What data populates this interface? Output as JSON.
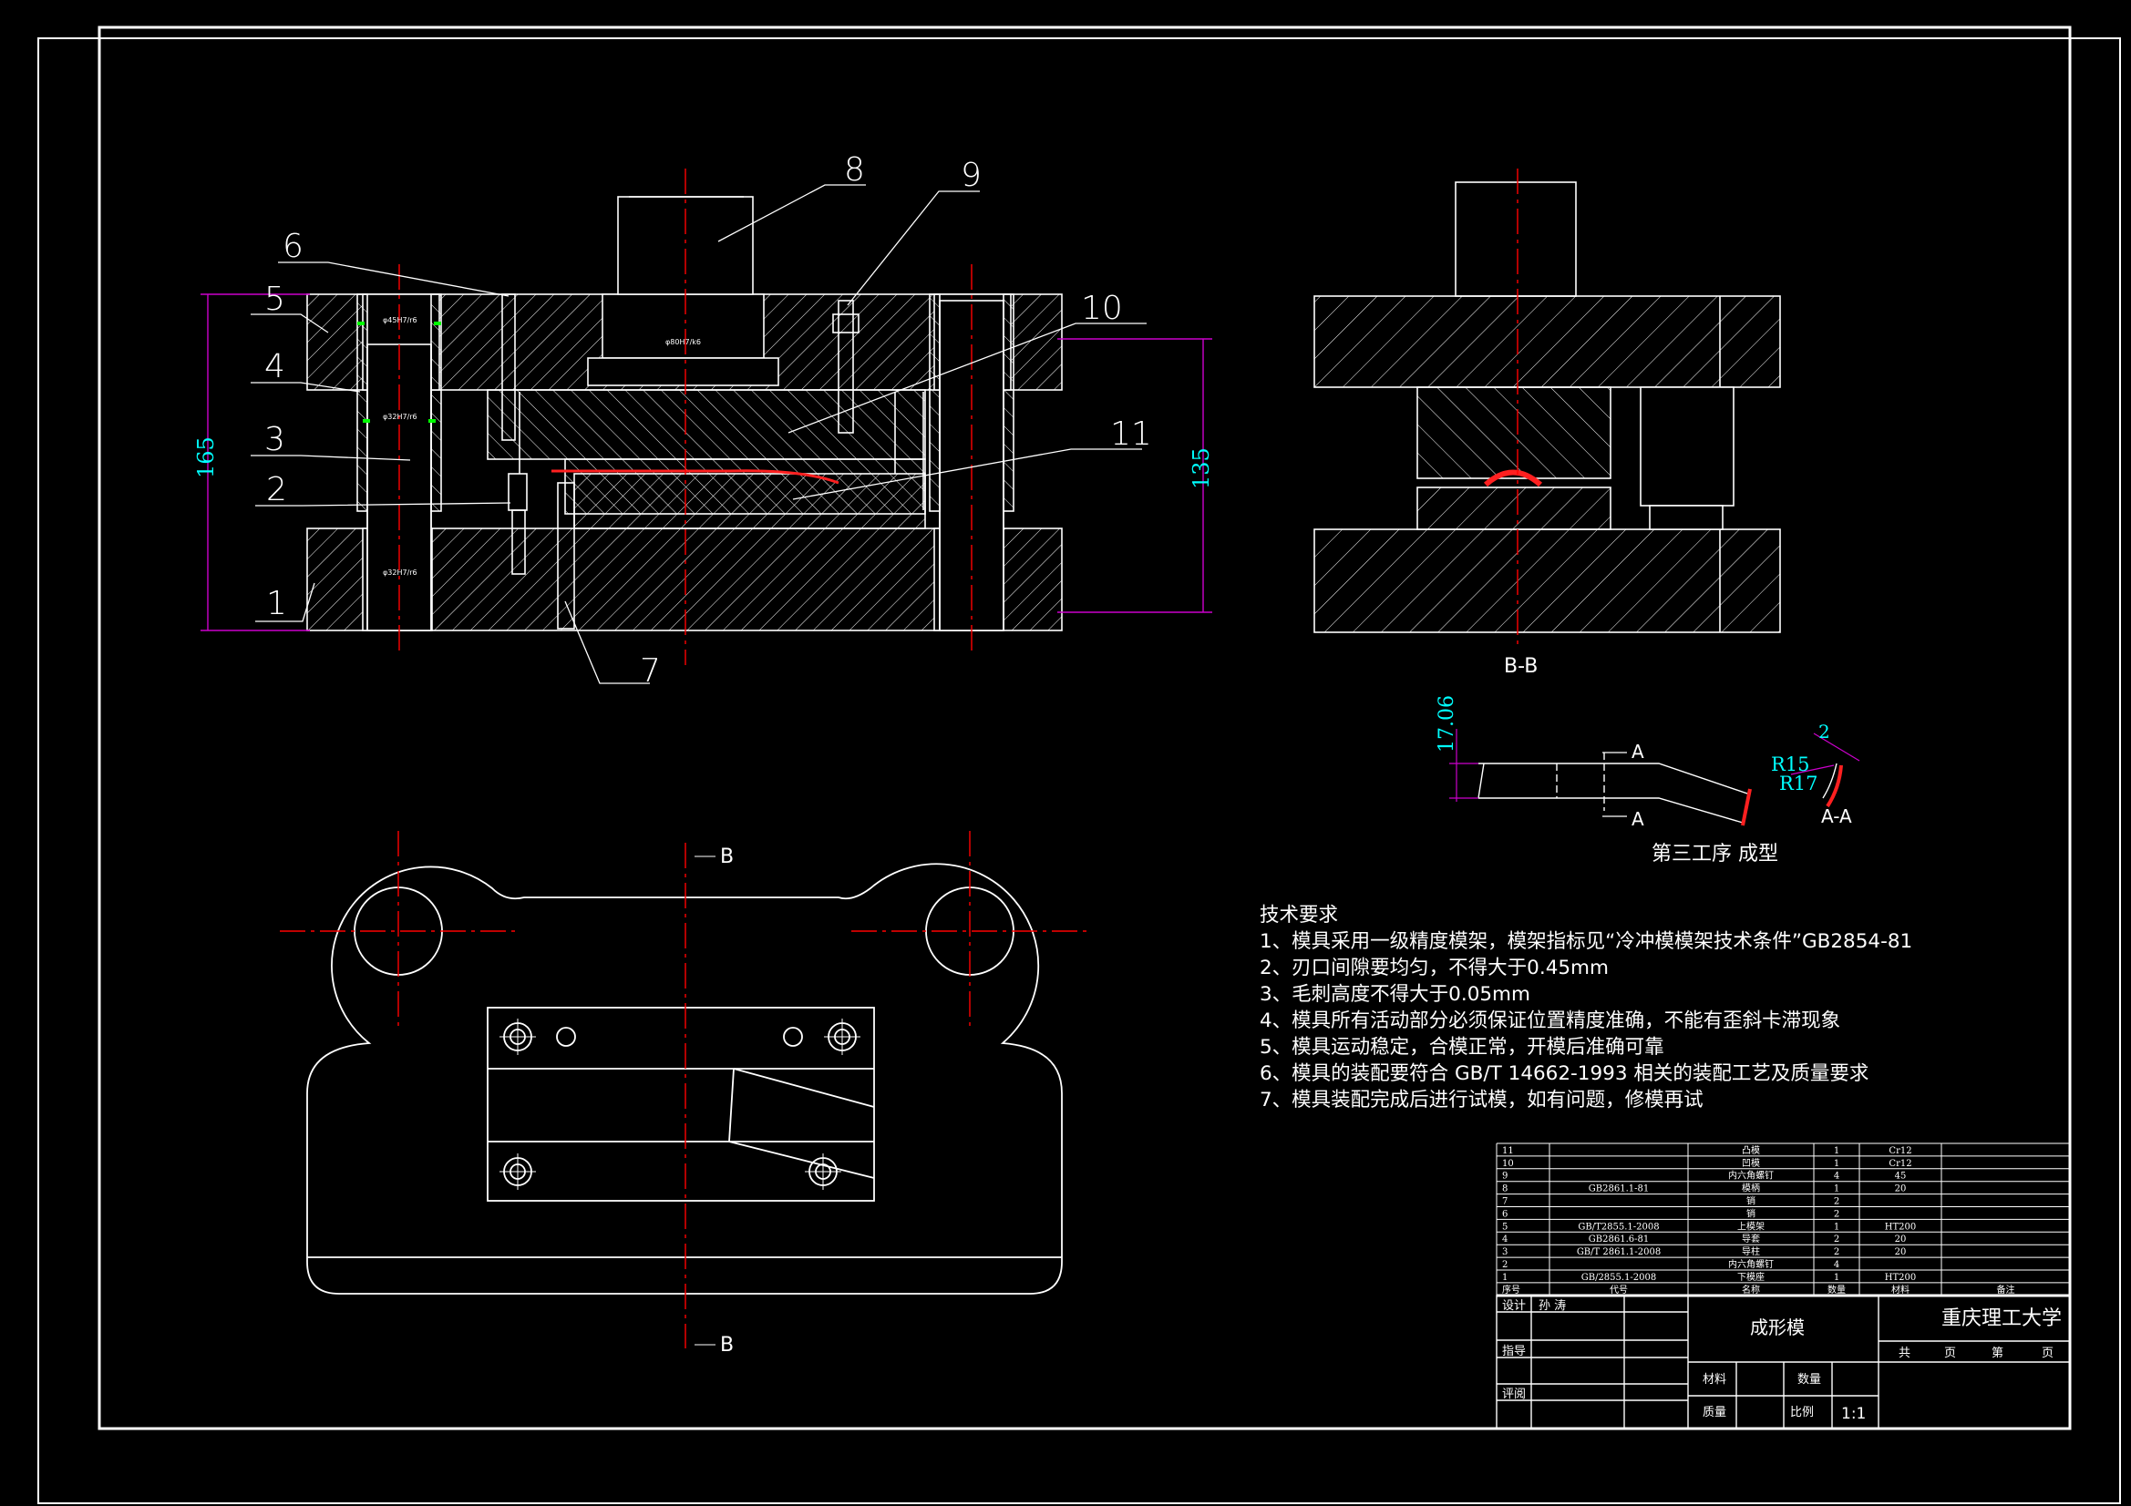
{
  "views": {
    "section_label": "B-B",
    "cut_labels": [
      "B",
      "B"
    ],
    "process_caption": "第三工序  成型",
    "aa_label": "A-A",
    "a_marks": [
      "A",
      "A"
    ]
  },
  "dimensions": {
    "height_165": "165",
    "height_135": "135",
    "dim_1706": "17.06",
    "r15": "R15",
    "r17": "R17",
    "thk": "2",
    "fit1": "φ45H7/r6",
    "fit2": "φ32H7/r6",
    "fit3": "φ32H7/r6",
    "fit4": "φ80H7/k6"
  },
  "callouts": [
    "1",
    "2",
    "3",
    "4",
    "5",
    "6",
    "7",
    "8",
    "9",
    "10",
    "11"
  ],
  "tech_notes": {
    "title": "技术要求",
    "items": [
      "1、模具采用一级精度模架，模架指标见“冷冲模模架技术条件”GB2854-81",
      "2、刃口间隙要均匀，不得大于0.45mm",
      "3、毛刺高度不得大于0.05mm",
      "4、模具所有活动部分必须保证位置精度准确，不能有歪斜卡滞现象",
      "5、模具运动稳定，合模正常，开模后准确可靠",
      "6、模具的装配要符合 GB/T 14662-1993 相关的装配工艺及质量要求",
      "7、模具装配完成后进行试模，如有问题，修模再试"
    ]
  },
  "bom": {
    "rows": [
      [
        "11",
        "",
        "凸模",
        "1",
        "Cr12",
        ""
      ],
      [
        "10",
        "",
        "凹模",
        "1",
        "Cr12",
        ""
      ],
      [
        "9",
        "",
        "内六角螺钉",
        "4",
        "45",
        ""
      ],
      [
        "8",
        "GB2861.1-81",
        "模柄",
        "1",
        "20",
        ""
      ],
      [
        "7",
        "",
        "销",
        "2",
        "",
        ""
      ],
      [
        "6",
        "",
        "销",
        "2",
        "",
        ""
      ],
      [
        "5",
        "GB/T2855.1-2008",
        "上模架",
        "1",
        "HT200",
        ""
      ],
      [
        "4",
        "GB2861.6-81",
        "导套",
        "2",
        "20",
        ""
      ],
      [
        "3",
        "GB/T 2861.1-2008",
        "导柱",
        "2",
        "20",
        ""
      ],
      [
        "2",
        "",
        "内六角螺钉",
        "4",
        "",
        ""
      ],
      [
        "1",
        "GB/2855.1-2008",
        "下模座",
        "1",
        "HT200",
        ""
      ]
    ],
    "header": [
      "序号",
      "代号",
      "名称",
      "数量",
      "材料",
      "备注"
    ]
  },
  "title_block": {
    "design_label": "设计",
    "designer": "孙 涛",
    "guide_label": "指导",
    "review_label": "评阅",
    "part_name": "成形模",
    "university": "重庆理工大学",
    "sheets": [
      "共",
      "页",
      "第",
      "页"
    ],
    "material_label": "材料",
    "qty_label": "数量",
    "weight_label": "质量",
    "scale_label": "比例",
    "scale": "1:1"
  },
  "colors": {
    "line": "#ffffff",
    "center": "#ff0000",
    "dim": "#cc00cc",
    "dimtext": "#00ffff",
    "fit": "#00ff00",
    "part": "#ff2020"
  }
}
